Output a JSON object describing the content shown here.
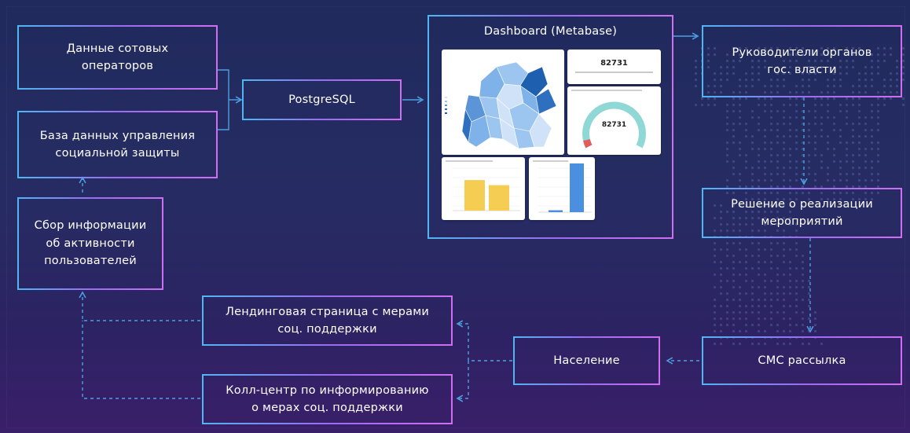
{
  "nodes": {
    "cell_operators": "Данные сотовых\nоператоров",
    "social_db": "База данных управления\nсоциальной защиты",
    "activity": "Сбор информации\nоб активности\nпользователей",
    "postgres": "PostgreSQL",
    "dashboard_title": "Dashboard (Metabase)",
    "leaders": "Руководители органов\nгос. власти",
    "decision": "Решение о реализации\nмероприятий",
    "sms": "СМС рассылка",
    "population": "Население",
    "landing": "Лендинговая страница с мерами\nсоц. поддержки",
    "callcenter": "Колл-центр по информированию\nо мерах соц. поддержки"
  },
  "dashboard": {
    "counter_value": "82731",
    "gauge_value": "82731"
  },
  "colors": {
    "edge": "#4d9fe0",
    "border_start": "#4fb6f2",
    "border_end": "#d06ef2",
    "map_dark": "#1f5fb0",
    "map_light": "#9cc6ef",
    "bar_yellow": "#f5cd52",
    "bar_blue": "#4a8fe0",
    "gauge_teal": "#8fd8d6",
    "gauge_red": "#e35c5c"
  },
  "bar_chart": {
    "values": [
      0.72,
      0.6
    ]
  },
  "column_chart": {
    "values": [
      0.04,
      1.0
    ]
  },
  "gauge": {
    "fraction": 0.03
  }
}
